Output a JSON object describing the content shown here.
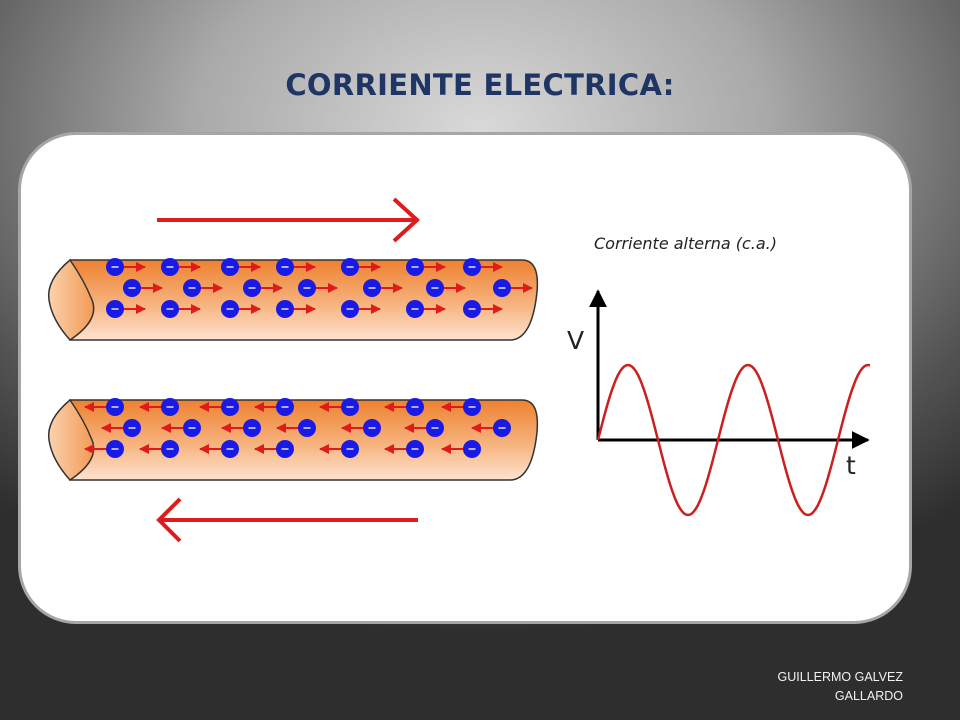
{
  "slide": {
    "title": "CORRIENTE ELECTRICA:",
    "author_line1": "GUILLERMO GALVEZ",
    "author_line2": "GALLARDO"
  },
  "diagram": {
    "graph_label": "Corriente alterna (c.a.)",
    "axis_v_label": "V",
    "axis_t_label": "t",
    "colors": {
      "wire_orange": "#f08a3c",
      "electron_blue": "#1a1ae6",
      "arrow_red": "#e01b1b",
      "wave_red": "#cc1f1f",
      "title_navy": "#1f3564"
    },
    "wires": [
      {
        "name": "top-wire",
        "flow": "right"
      },
      {
        "name": "bottom-wire",
        "flow": "left"
      }
    ]
  }
}
